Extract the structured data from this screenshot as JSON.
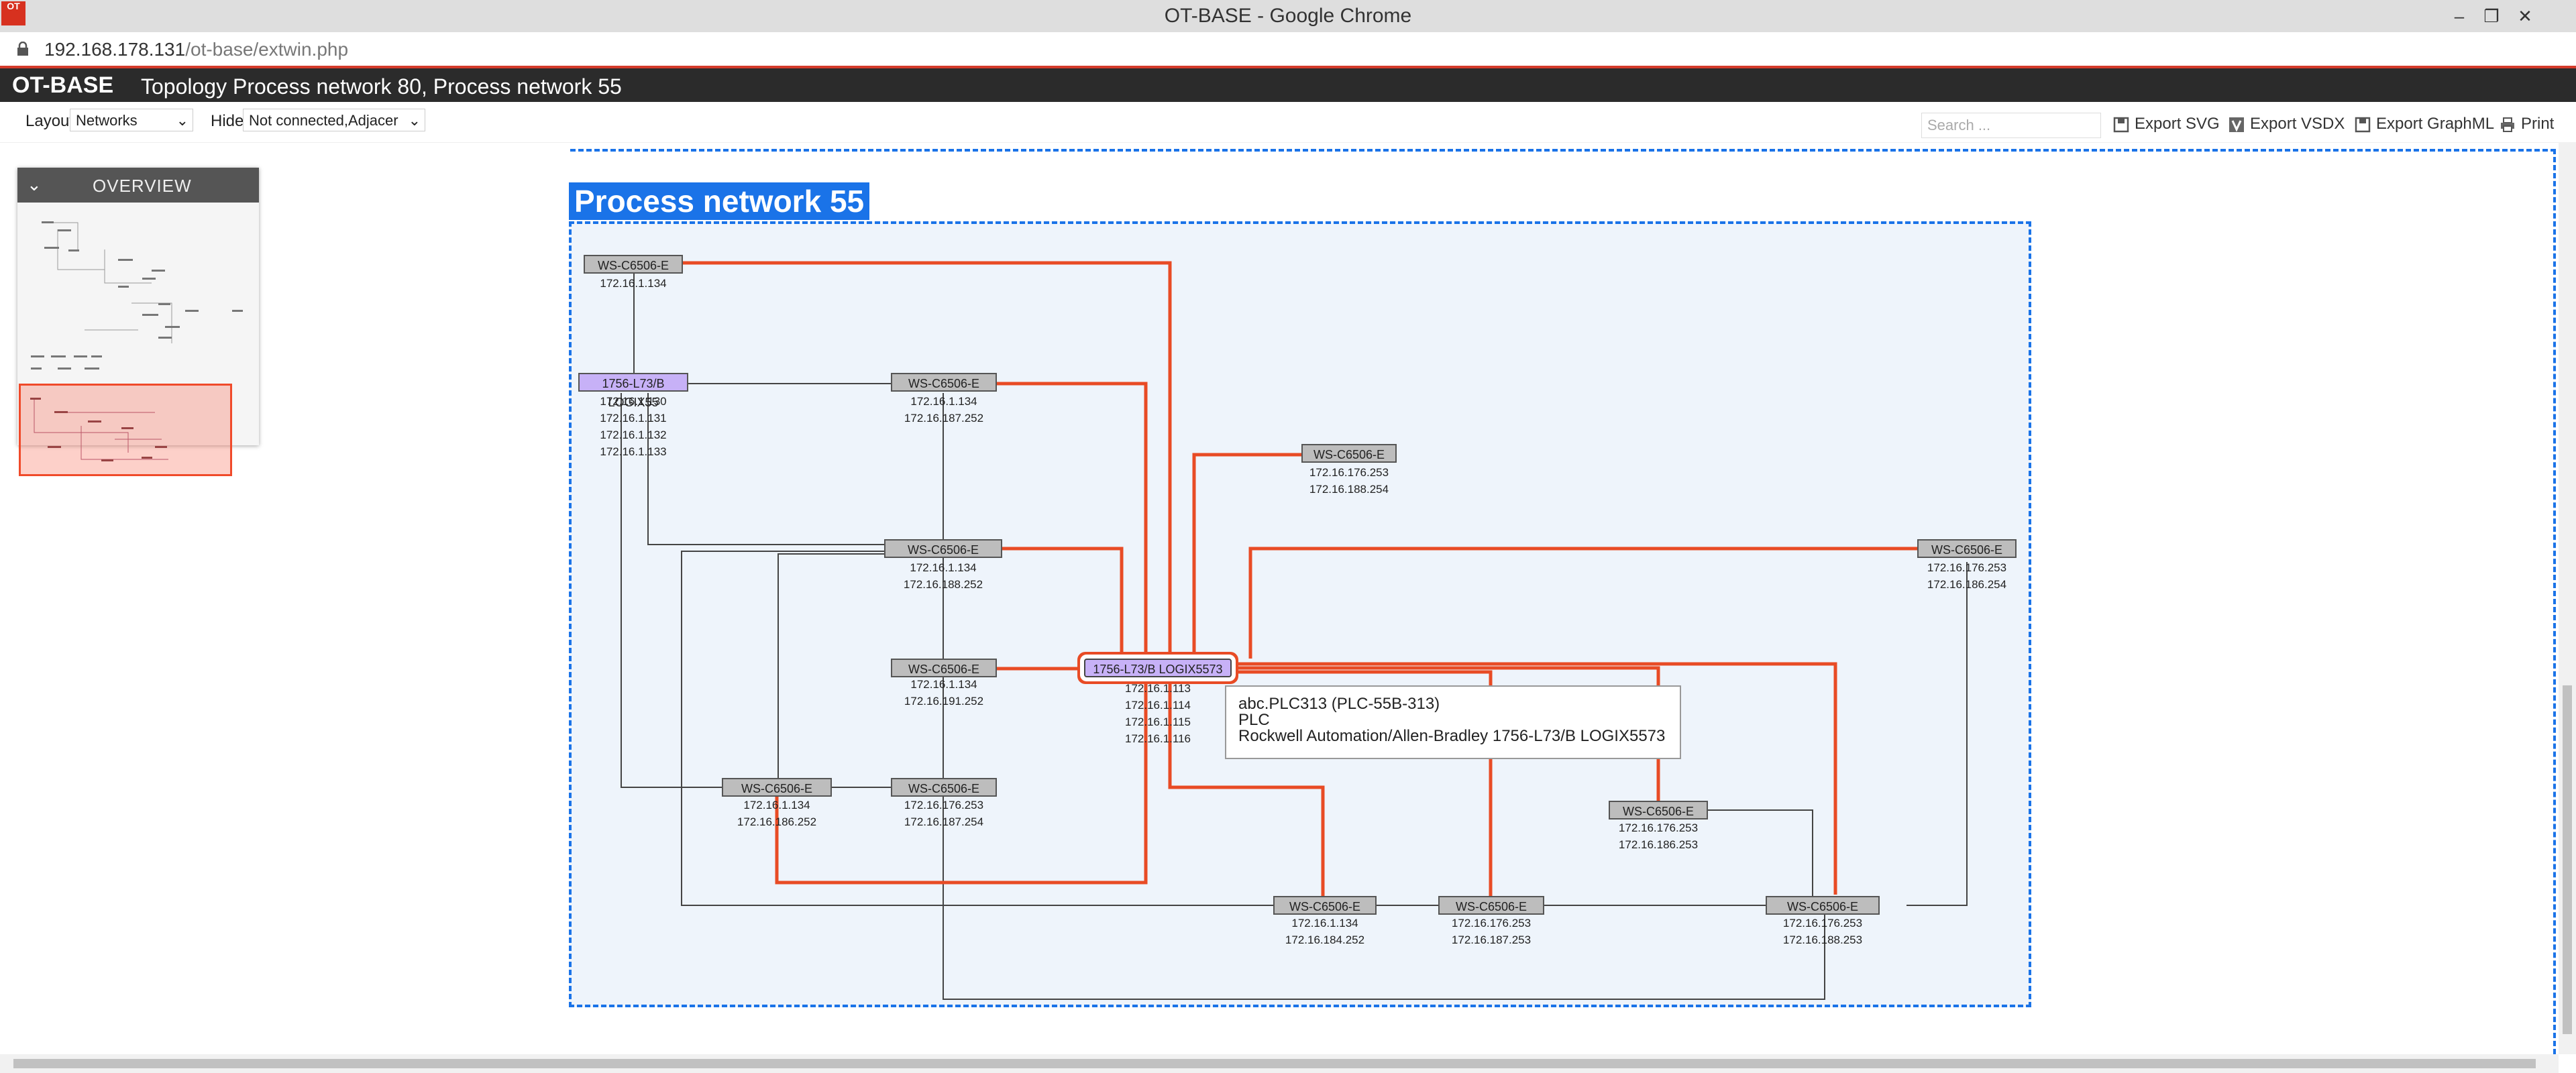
{
  "window": {
    "title": "OT-BASE - Google Chrome",
    "icon_text": "OT"
  },
  "address": {
    "host": "192.168.178.131",
    "path": "/ot-base/extwin.php"
  },
  "header": {
    "brand": "OT-BASE",
    "title": "Topology Process network 80, Process network 55"
  },
  "toolbar": {
    "layout_label": "Layout",
    "layout_value": "Networks",
    "hide_label": "Hide",
    "hide_value": "Not connected,Adjacer",
    "search_placeholder": "Search ...",
    "export_svg": "Export SVG",
    "export_vsdx": "Export VSDX",
    "export_graphml": "Export GraphML",
    "print": "Print"
  },
  "overview": {
    "label": "OVERVIEW"
  },
  "group": {
    "title": "Process network 55"
  },
  "nodes": {
    "n1": {
      "label": "WS-C6506-E",
      "ips": [
        "172.16.1.134"
      ]
    },
    "plc55": {
      "label": "1756-L73/B LOGIX55",
      "ips": [
        "172.16.1.130",
        "172.16.1.131",
        "172.16.1.132",
        "172.16.1.133"
      ]
    },
    "n2": {
      "label": "WS-C6506-E",
      "ips": [
        "172.16.1.134",
        "172.16.187.252"
      ]
    },
    "n3": {
      "label": "WS-C6506-E",
      "ips": [
        "172.16.176.253",
        "172.16.188.254"
      ]
    },
    "n4": {
      "label": "WS-C6506-E",
      "ips": [
        "172.16.1.134",
        "172.16.188.252"
      ]
    },
    "n5": {
      "label": "WS-C6506-E",
      "ips": [
        "172.16.176.253",
        "172.16.186.254"
      ]
    },
    "n6": {
      "label": "WS-C6506-E",
      "ips": [
        "172.16.1.134",
        "172.16.191.252"
      ]
    },
    "plc5573": {
      "label": "1756-L73/B LOGIX5573",
      "ips": [
        "172.16.1.113",
        "172.16.1.114",
        "172.16.1.115",
        "172.16.1.116"
      ]
    },
    "n7": {
      "label": "WS-C6506-E",
      "ips": [
        "172.16.1.134",
        "172.16.186.252"
      ]
    },
    "n8": {
      "label": "WS-C6506-E",
      "ips": [
        "172.16.176.253",
        "172.16.187.254"
      ]
    },
    "n9": {
      "label": "WS-C6506-E",
      "ips": [
        "172.16.176.253",
        "172.16.186.253"
      ]
    },
    "n10": {
      "label": "WS-C6506-E",
      "ips": [
        "172.16.1.134",
        "172.16.184.252"
      ]
    },
    "n11": {
      "label": "WS-C6506-E",
      "ips": [
        "172.16.176.253",
        "172.16.187.253"
      ]
    },
    "n12": {
      "label": "WS-C6506-E",
      "ips": [
        "172.16.176.253",
        "172.16.188.253"
      ]
    }
  },
  "tooltip": {
    "line1": "abc.PLC313 (PLC-55B-313)",
    "line2": "PLC",
    "line3": "Rockwell Automation/Allen-Bradley 1756-L73/B LOGIX5573"
  },
  "colors": {
    "highlight": "#e84b25",
    "link": "#444444",
    "switch": "#bdbdbd",
    "plc": "#c7b1f7",
    "group_border": "#1a73e8"
  }
}
